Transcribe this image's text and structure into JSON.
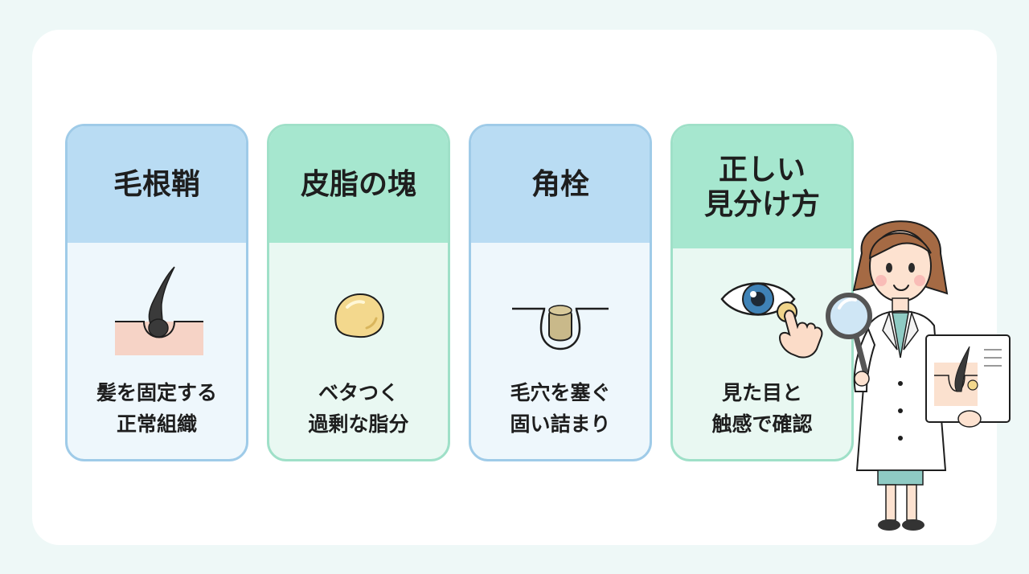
{
  "cards": [
    {
      "title": [
        "毛根鞘"
      ],
      "desc": [
        "髪を固定する",
        "正常組織"
      ],
      "icon": "hair-follicle-icon",
      "theme": "blue"
    },
    {
      "title": [
        "皮脂の塊"
      ],
      "desc": [
        "ベタつく",
        "過剰な脂分"
      ],
      "icon": "sebum-blob-icon",
      "theme": "green"
    },
    {
      "title": [
        "角栓"
      ],
      "desc": [
        "毛穴を塞ぐ",
        "固い詰まり"
      ],
      "icon": "pore-plug-icon",
      "theme": "blue"
    },
    {
      "title": [
        "正しい",
        "見分け方"
      ],
      "desc": [
        "見た目と",
        "触感で確認"
      ],
      "icon": "eye-touch-icon",
      "theme": "green"
    }
  ],
  "colors": {
    "background": "#eef8f7",
    "blue_header": "#b9dcf3",
    "green_header": "#a6e7cf",
    "blue_border": "#9fcbe8",
    "green_border": "#9fe0c8"
  }
}
